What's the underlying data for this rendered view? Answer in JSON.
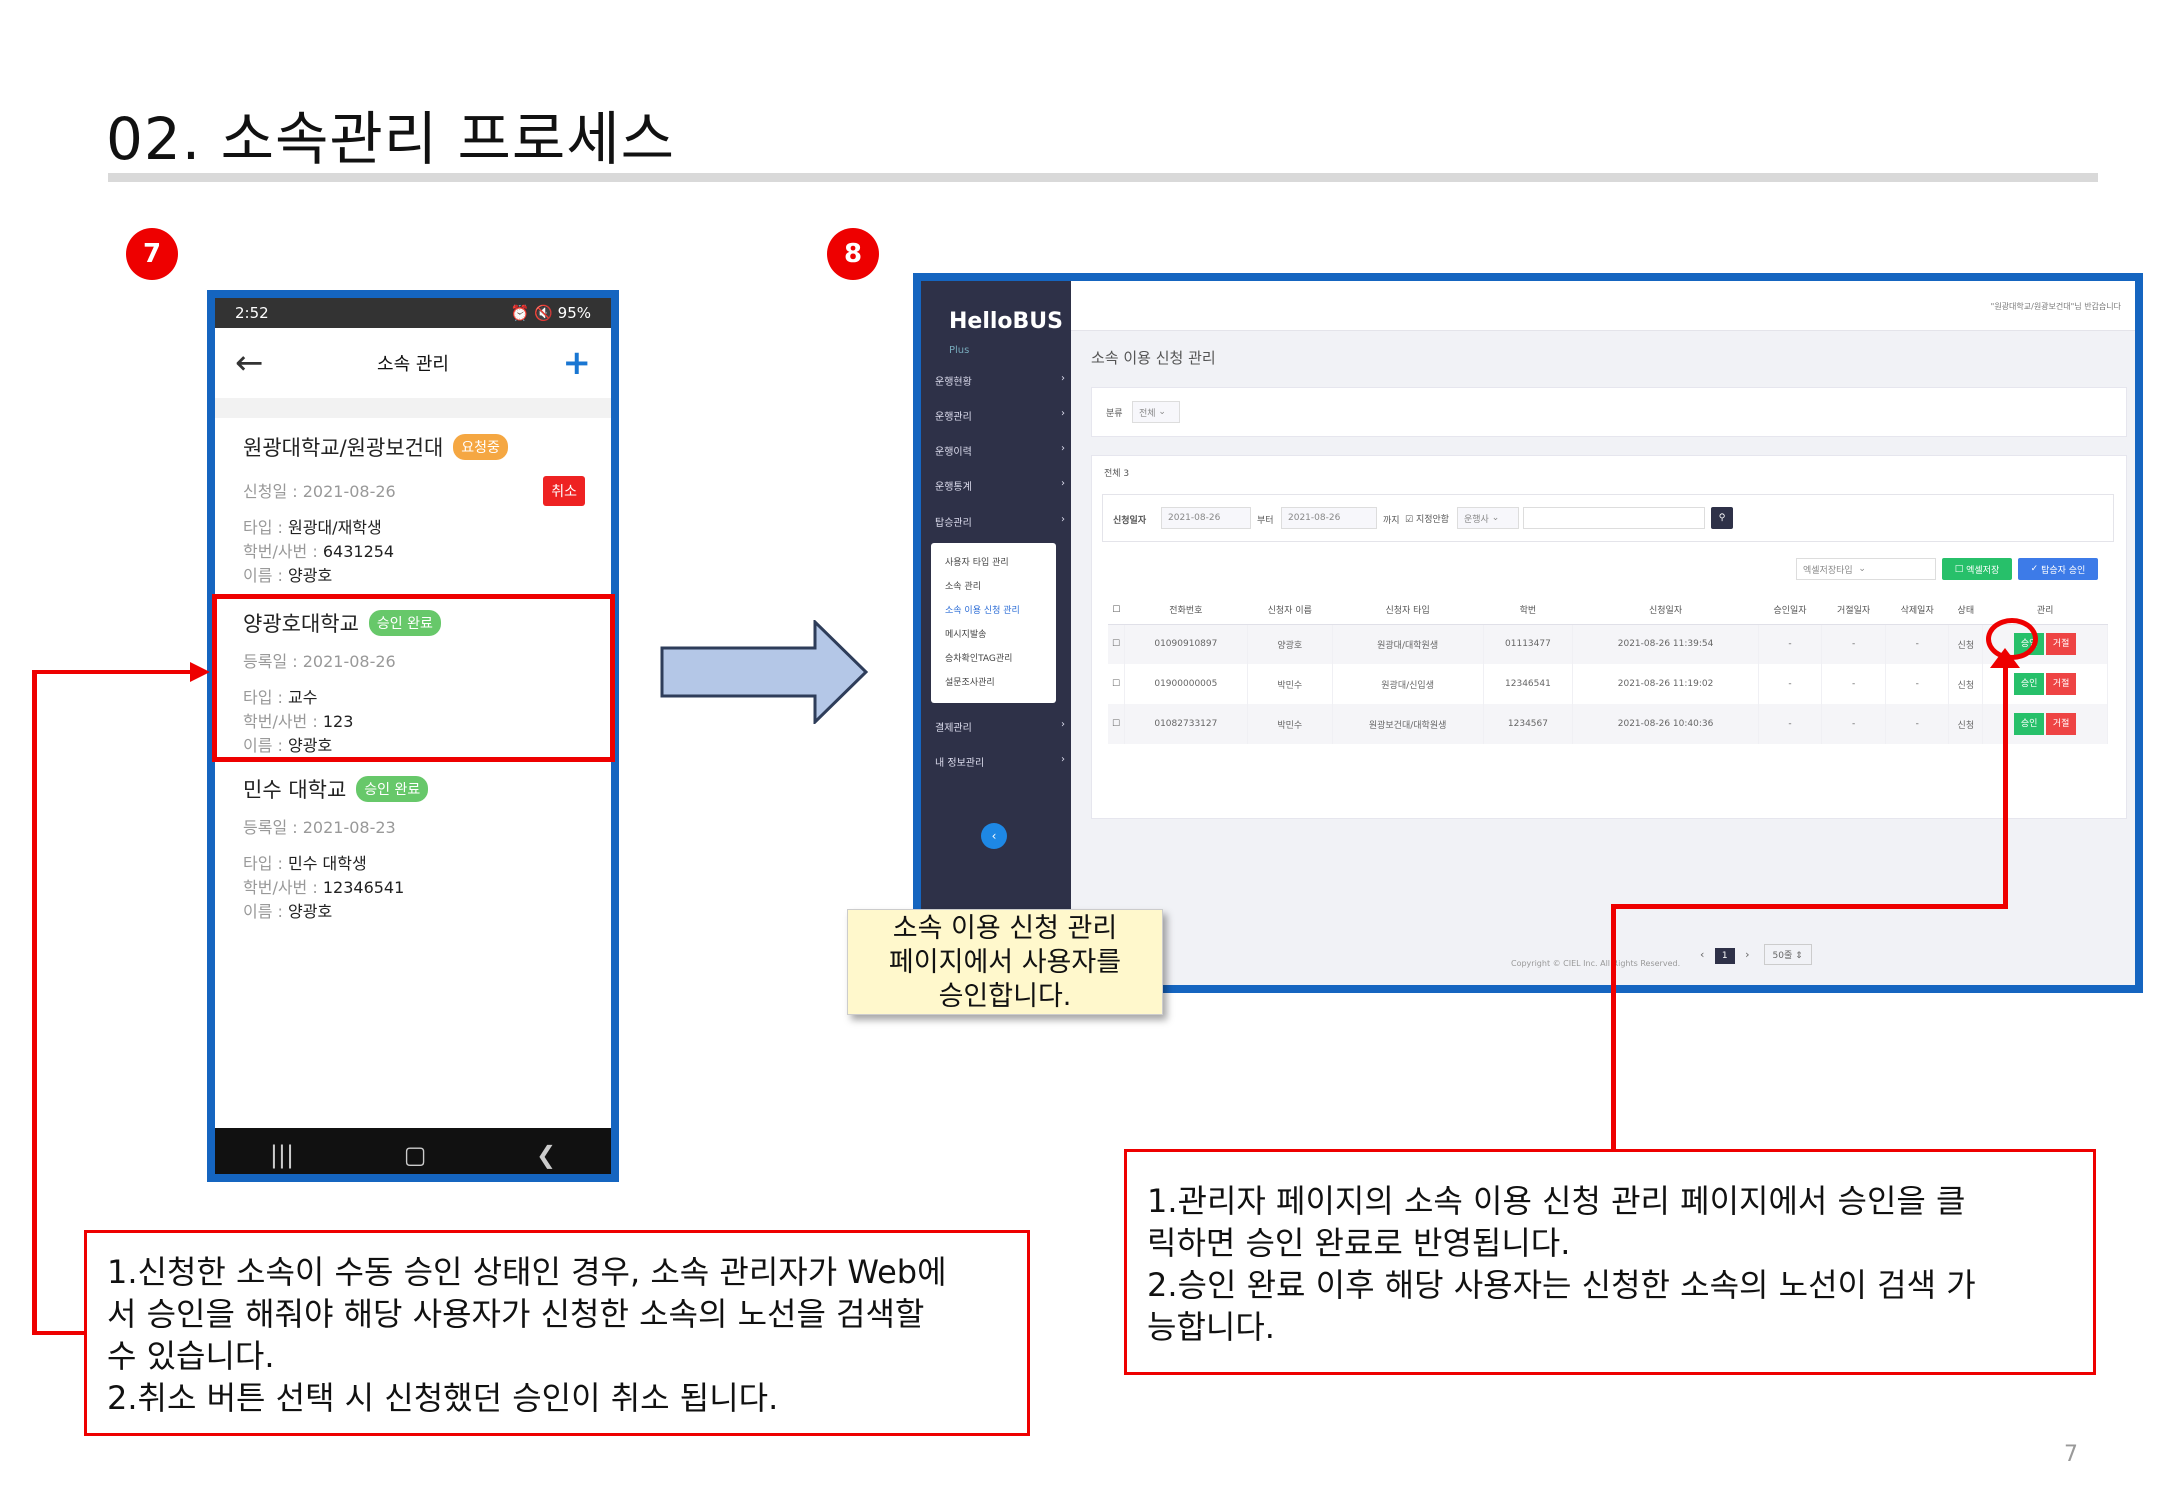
{
  "page": {
    "title": "02. 소속관리 프로세스",
    "page_number": "7"
  },
  "steps": {
    "left": "7",
    "right": "8"
  },
  "phone": {
    "status_time": "2:52",
    "status_icons": "⏰ 🔇 95%",
    "header_title": "소속 관리",
    "cards": [
      {
        "name": "원광대학교/원광보건대",
        "badge": "요청중",
        "date": "신청일 : 2021-08-26",
        "type_label": "타입 : ",
        "type": "원광대/재학생",
        "id_label": "학번/사번 : ",
        "id": "6431254",
        "user_label": "이름 : ",
        "user": "양광호",
        "cancel": "취소"
      },
      {
        "name": "양광호대학교",
        "badge": "승인 완료",
        "date": "등록일 : 2021-08-26",
        "type_label": "타입 : ",
        "type": "교수",
        "id_label": "학번/사번 : ",
        "id": "123",
        "user_label": "이름 : ",
        "user": "양광호"
      },
      {
        "name": "민수 대학교",
        "badge": "승인 완료",
        "date": "등록일 : 2021-08-23",
        "type_label": "타입 : ",
        "type": "민수 대학생",
        "id_label": "학번/사번 : ",
        "id": "12346541",
        "user_label": "이름 : ",
        "user": "양광호"
      }
    ]
  },
  "web": {
    "logo_main": "HelloBUS",
    "logo_sub": "Plus",
    "user_text": "\"원광대학교/원광보건대\"님 반갑습니다",
    "menu": [
      "운행현황",
      "운행관리",
      "운행이력",
      "운행통계",
      "탑승관리",
      "결제관리",
      "내 정보관리"
    ],
    "submenu": [
      "사용자 타입 관리",
      "소속 관리",
      "소속 이용 신청 관리",
      "메시지발송",
      "승차확인TAG관리",
      "설문조사관리"
    ],
    "page_title": "소속 이용 신청 관리",
    "filter_label": "분류",
    "filter_value": "전체",
    "total": "전체 3",
    "search": {
      "label": "신청일자",
      "from": "2021-08-26",
      "from_suffix": "부터",
      "to": "2021-08-26",
      "to_suffix": "까지",
      "checkbox": "지정안함",
      "select": "운행사"
    },
    "excel_type": "엑셀저장타입",
    "excel_btn": "엑셀저장",
    "approve_all_btn": "탑승자 승인",
    "columns": [
      "",
      "전화번호",
      "신청자 이름",
      "신청자 타입",
      "학번",
      "신청일자",
      "승인일자",
      "거절일자",
      "삭제일자",
      "상태",
      "관리"
    ],
    "rows": [
      [
        "01090910897",
        "양광호",
        "원광대/대학원생",
        "01113477",
        "2021-08-26 11:39:54",
        "-",
        "-",
        "-",
        "신청"
      ],
      [
        "01900000005",
        "박민수",
        "원광대/신입생",
        "12346541",
        "2021-08-26 11:19:02",
        "-",
        "-",
        "-",
        "신청"
      ],
      [
        "01082733127",
        "박민수",
        "원광보건대/대학원생",
        "1234567",
        "2021-08-26 10:40:36",
        "-",
        "-",
        "-",
        "신청"
      ]
    ],
    "approve": "승인",
    "reject": "거절",
    "pager_current": "1",
    "page_size": "50줄",
    "copyright": "Copyright © CIEL Inc. All Rights Reserved."
  },
  "note": "소속 이용 신청 관리\n페이지에서 사용자를\n승인합니다.",
  "desc_left": "1.신청한 소속이 수동 승인 상태인 경우, 소속 관리자가 Web에\n서 승인을 해줘야 해당 사용자가 신청한 소속의 노선을 검색할\n수 있습니다.\n2.취소 버튼 선택 시 신청했던 승인이 취소 됩니다.",
  "desc_right": "1.관리자 페이지의 소속 이용 신청 관리 페이지에서 승인을 클\n릭하면 승인 완료로 반영됩니다.\n2.승인 완료 이후 해당 사용자는 신청한 소속의 노선이 검색 가\n능합니다.",
  "colors": {
    "accent_blue": "#1565c0",
    "highlight_red": "#ee0000",
    "note_bg": "#fff8cc",
    "sidebar": "#2e3148"
  }
}
